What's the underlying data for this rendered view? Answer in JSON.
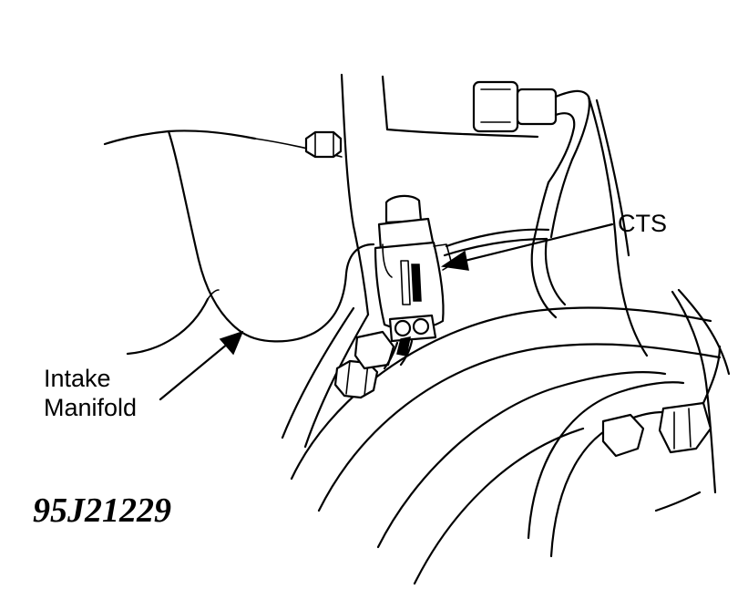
{
  "labels": {
    "cts": "CTS",
    "intake_manifold_line1": "Intake",
    "intake_manifold_line2": "Manifold"
  },
  "figure_number": "95J21229",
  "colors": {
    "ink": "#000000",
    "background": "#ffffff"
  }
}
